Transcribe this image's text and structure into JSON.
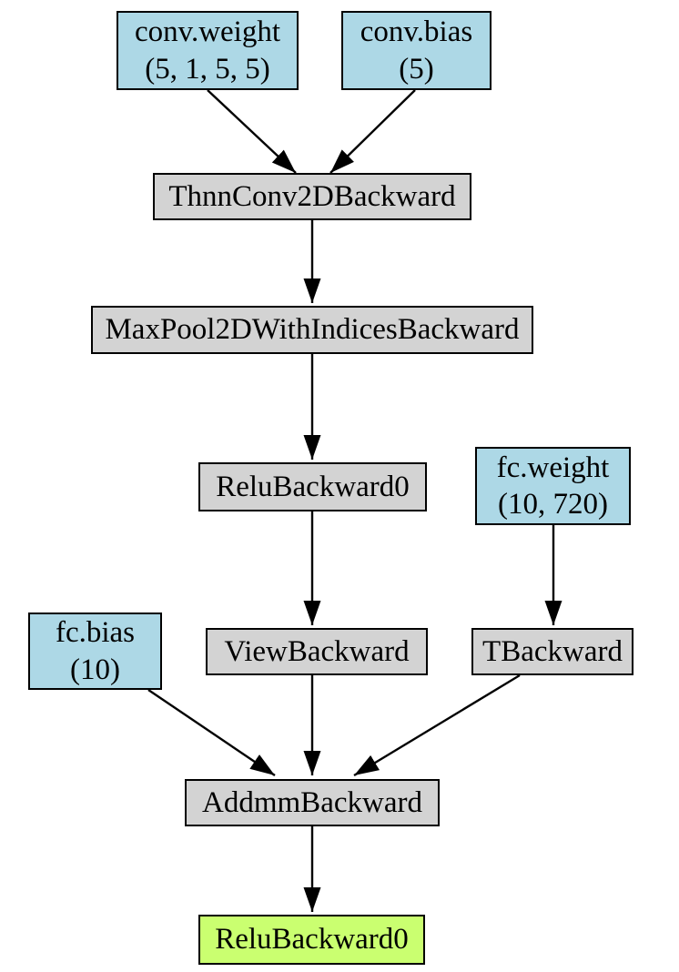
{
  "diagram": {
    "kind": "autograd-computational-graph",
    "background_color": "#ffffff",
    "colors": {
      "param_node_fill": "#add8e6",
      "op_node_fill": "#d3d3d3",
      "output_node_fill": "#caff70",
      "node_border": "#000000",
      "edge": "#000000"
    },
    "nodes": [
      {
        "id": "conv-weight",
        "label": "conv.weight",
        "sublabel": "(5, 1, 5, 5)",
        "kind": "param"
      },
      {
        "id": "conv-bias",
        "label": "conv.bias",
        "sublabel": "(5)",
        "kind": "param"
      },
      {
        "id": "thnn-conv2d-backward",
        "label": "ThnnConv2DBackward",
        "kind": "op"
      },
      {
        "id": "maxpool2d-with-indices-backward",
        "label": "MaxPool2DWithIndicesBackward",
        "kind": "op"
      },
      {
        "id": "relu-backward0",
        "label": "ReluBackward0",
        "kind": "op"
      },
      {
        "id": "fc-weight",
        "label": "fc.weight",
        "sublabel": "(10, 720)",
        "kind": "param"
      },
      {
        "id": "fc-bias",
        "label": "fc.bias",
        "sublabel": "(10)",
        "kind": "param"
      },
      {
        "id": "view-backward",
        "label": "ViewBackward",
        "kind": "op"
      },
      {
        "id": "t-backward",
        "label": "TBackward",
        "kind": "op"
      },
      {
        "id": "addmm-backward",
        "label": "AddmmBackward",
        "kind": "op"
      },
      {
        "id": "relu-backward0-output",
        "label": "ReluBackward0",
        "kind": "output"
      }
    ],
    "edges": [
      {
        "from": "conv-weight",
        "to": "thnn-conv2d-backward"
      },
      {
        "from": "conv-bias",
        "to": "thnn-conv2d-backward"
      },
      {
        "from": "thnn-conv2d-backward",
        "to": "maxpool2d-with-indices-backward"
      },
      {
        "from": "maxpool2d-with-indices-backward",
        "to": "relu-backward0"
      },
      {
        "from": "relu-backward0",
        "to": "view-backward"
      },
      {
        "from": "fc-weight",
        "to": "t-backward"
      },
      {
        "from": "fc-bias",
        "to": "addmm-backward"
      },
      {
        "from": "view-backward",
        "to": "addmm-backward"
      },
      {
        "from": "t-backward",
        "to": "addmm-backward"
      },
      {
        "from": "addmm-backward",
        "to": "relu-backward0-output"
      }
    ]
  }
}
